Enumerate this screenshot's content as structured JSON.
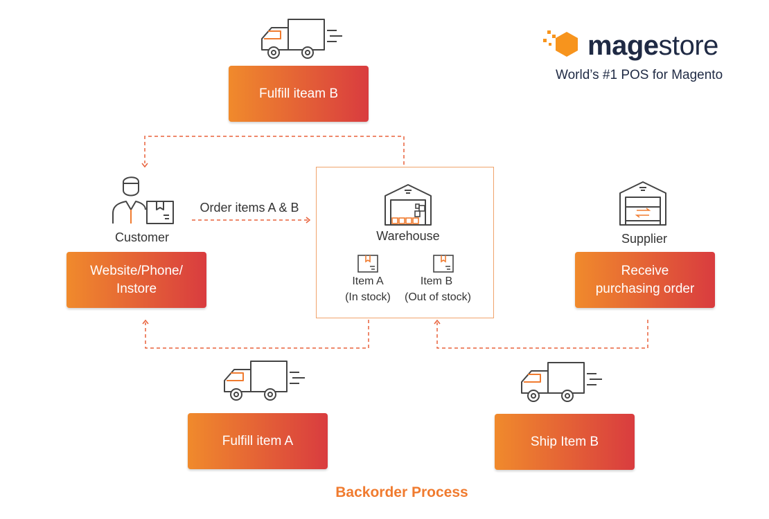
{
  "brand": {
    "name_bold": "mage",
    "name_light": "store",
    "tagline": "World’s #1 POS for Magento"
  },
  "boxes": {
    "fulfill_b": "Fulfill iteam B",
    "website": "Website/Phone/\nInstore",
    "receive": "Receive\npurchasing order",
    "fulfill_a": "Fulfill item A",
    "ship_b": "Ship Item B"
  },
  "labels": {
    "customer": "Customer",
    "order": "Order items A & B",
    "warehouse": "Warehouse",
    "supplier": "Supplier",
    "item_a": "Item A",
    "item_a_status": "(In stock)",
    "item_b": "Item B",
    "item_b_status": "(Out of stock)"
  },
  "footer": "Backorder Process",
  "colors": {
    "accent": "#f07b2f",
    "gradient_start": "#f08a2c",
    "gradient_end": "#d93c3f",
    "icon": "#444444"
  }
}
